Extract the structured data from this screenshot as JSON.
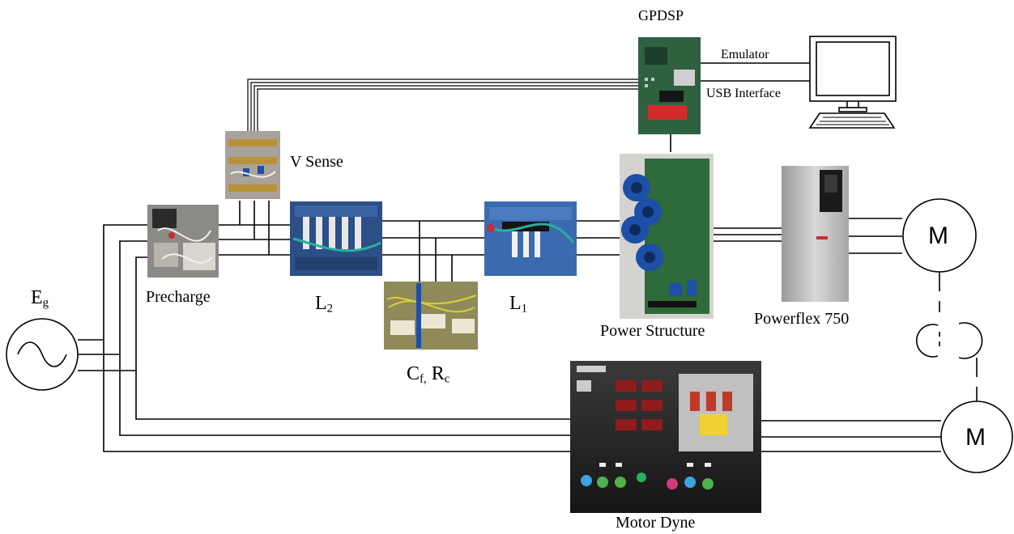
{
  "labels": {
    "gpdsp": "GPDSP",
    "emulator": "Emulator",
    "usb_interface": "USB Interface",
    "v_sense": "V Sense",
    "precharge": "Precharge",
    "l2_main": "L",
    "l2_sub": "2",
    "l1_main": "L",
    "l1_sub": "1",
    "cf_main": "C",
    "cf_sub": "f,",
    "rc_main": " R",
    "rc_sub": "c",
    "eg_main": "E",
    "eg_sub": "g",
    "power_structure": "Power Structure",
    "powerflex": "Powerflex 750",
    "motor_dyne": "Motor Dyne",
    "motor_top": "M",
    "motor_bottom": "M"
  },
  "colors": {
    "line": "#000000",
    "background": "#ffffff",
    "board_green": "#2f6a3a",
    "capacitor_blue": "#1d4fa8",
    "resistor_gold": "#b8913a",
    "wire_teal": "#2cae9d",
    "powerflex_gray": "#bdbdbd",
    "dyne_panel": "#202020"
  },
  "icons": [
    "ac-source-icon",
    "computer-icon",
    "motor-icon",
    "coupling-icon"
  ]
}
